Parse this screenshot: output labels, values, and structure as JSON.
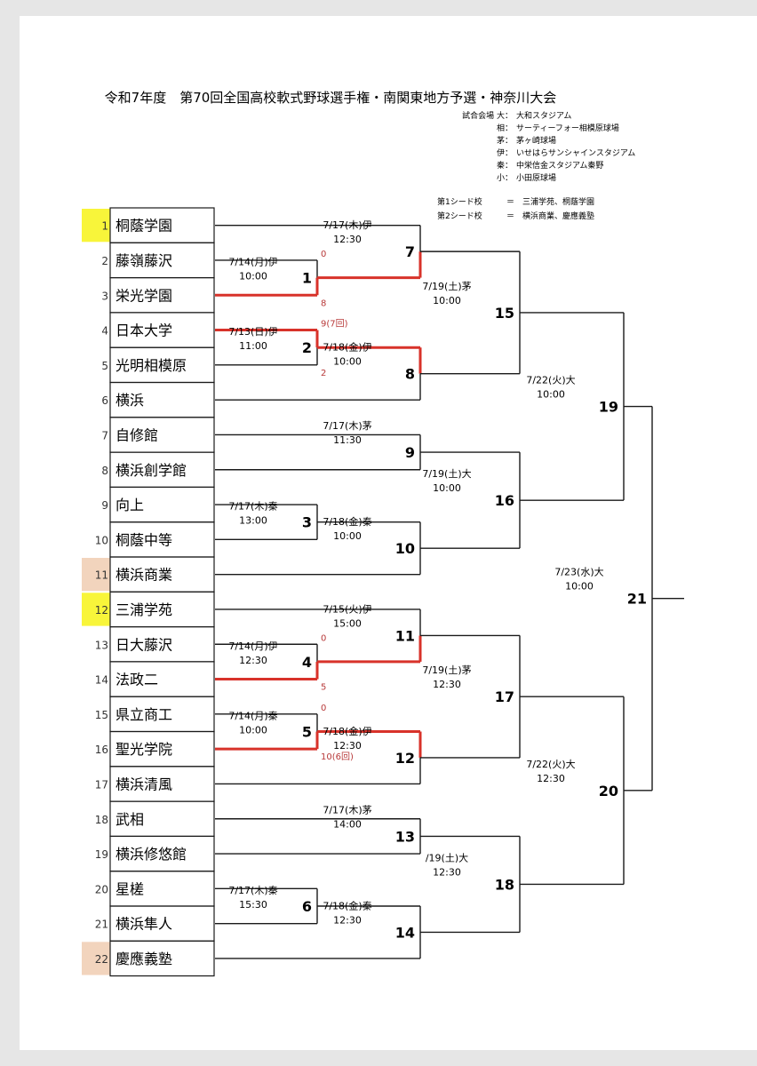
{
  "title": "令和7年度　第70回全国高校軟式野球選手権・南関東地方予選・神奈川大会",
  "venues": [
    {
      "code": "試合会場 大：",
      "name": "大和スタジアム"
    },
    {
      "code": "相：",
      "name": "サーティーフォー相模原球場"
    },
    {
      "code": "茅：",
      "name": "茅ヶ崎球場"
    },
    {
      "code": "伊：",
      "name": "いせはらサンシャインスタジアム"
    },
    {
      "code": "秦：",
      "name": "中栄信金スタジアム秦野"
    },
    {
      "code": "小：",
      "name": "小田原球場"
    }
  ],
  "seeds": [
    {
      "label": "第1シード校",
      "eq": "＝",
      "schools": "三浦学苑、桐蔭学園"
    },
    {
      "label": "第2シード校",
      "eq": "＝",
      "schools": "横浜商業、慶應義塾"
    }
  ],
  "colors": {
    "seed1": "#f8f53a",
    "seed2": "#f2d4bd",
    "win": "#d8322a",
    "line": "#1a1a1a",
    "score": "#b83a3a"
  },
  "teams": [
    {
      "no": "1",
      "name": "桐蔭学園",
      "seed": 1
    },
    {
      "no": "2",
      "name": "藤嶺藤沢",
      "seed": 0
    },
    {
      "no": "3",
      "name": "栄光学園",
      "seed": 0
    },
    {
      "no": "4",
      "name": "日本大学",
      "seed": 0
    },
    {
      "no": "5",
      "name": "光明相模原",
      "seed": 0
    },
    {
      "no": "6",
      "name": "横浜",
      "seed": 0
    },
    {
      "no": "7",
      "name": "自修館",
      "seed": 0
    },
    {
      "no": "8",
      "name": "横浜創学館",
      "seed": 0
    },
    {
      "no": "9",
      "name": "向上",
      "seed": 0
    },
    {
      "no": "10",
      "name": "桐蔭中等",
      "seed": 0
    },
    {
      "no": "11",
      "name": "横浜商業",
      "seed": 2
    },
    {
      "no": "12",
      "name": "三浦学苑",
      "seed": 1
    },
    {
      "no": "13",
      "name": "日大藤沢",
      "seed": 0
    },
    {
      "no": "14",
      "name": "法政二",
      "seed": 0
    },
    {
      "no": "15",
      "name": "県立商工",
      "seed": 0
    },
    {
      "no": "16",
      "name": "聖光学院",
      "seed": 0
    },
    {
      "no": "17",
      "name": "横浜清風",
      "seed": 0
    },
    {
      "no": "18",
      "name": "武相",
      "seed": 0
    },
    {
      "no": "19",
      "name": "横浜修悠館",
      "seed": 0
    },
    {
      "no": "20",
      "name": "星槎",
      "seed": 0
    },
    {
      "no": "21",
      "name": "横浜隼人",
      "seed": 0
    },
    {
      "no": "22",
      "name": "慶應義塾",
      "seed": 2
    }
  ],
  "games": [
    {
      "no": "1",
      "date": "7/14(月)伊",
      "time": "10:00",
      "scores": [
        "0",
        "8"
      ]
    },
    {
      "no": "2",
      "date": "7/13(日)伊",
      "time": "11:00",
      "scores": [
        "9(7回)",
        "2"
      ]
    },
    {
      "no": "3",
      "date": "7/17(木)秦",
      "time": "13:00",
      "scores": []
    },
    {
      "no": "4",
      "date": "7/14(月)伊",
      "time": "12:30",
      "scores": [
        "0",
        "5"
      ]
    },
    {
      "no": "5",
      "date": "7/14(月)秦",
      "time": "10:00",
      "scores": [
        "0",
        "10(6回)"
      ]
    },
    {
      "no": "6",
      "date": "7/17(木)秦",
      "time": "15:30",
      "scores": []
    },
    {
      "no": "7",
      "date": "7/17(木)伊",
      "time": "12:30",
      "scores": []
    },
    {
      "no": "8",
      "date": "7/18(金)伊",
      "time": "10:00",
      "scores": []
    },
    {
      "no": "9",
      "date": "7/17(木)茅",
      "time": "11:30",
      "scores": []
    },
    {
      "no": "10",
      "date": "7/18(金)秦",
      "time": "10:00",
      "scores": []
    },
    {
      "no": "11",
      "date": "7/15(火)伊",
      "time": "15:00",
      "scores": []
    },
    {
      "no": "12",
      "date": "7/18(金)伊",
      "time": "12:30",
      "scores": []
    },
    {
      "no": "13",
      "date": "7/17(木)茅",
      "time": "14:00",
      "scores": []
    },
    {
      "no": "14",
      "date": "7/18(金)秦",
      "time": "12:30",
      "scores": []
    },
    {
      "no": "15",
      "date": "7/19(土)茅",
      "time": "10:00",
      "scores": []
    },
    {
      "no": "16",
      "date": "7/19(土)大",
      "time": "10:00",
      "scores": []
    },
    {
      "no": "17",
      "date": "7/19(土)茅",
      "time": "12:30",
      "scores": []
    },
    {
      "no": "18",
      "date": "/19(土)大",
      "time": "12:30",
      "scores": []
    },
    {
      "no": "19",
      "date": "7/22(火)大",
      "time": "10:00",
      "scores": []
    },
    {
      "no": "20",
      "date": "7/22(火)大",
      "time": "12:30",
      "scores": []
    },
    {
      "no": "21",
      "date": "7/23(水)大",
      "time": "10:00",
      "scores": []
    }
  ]
}
